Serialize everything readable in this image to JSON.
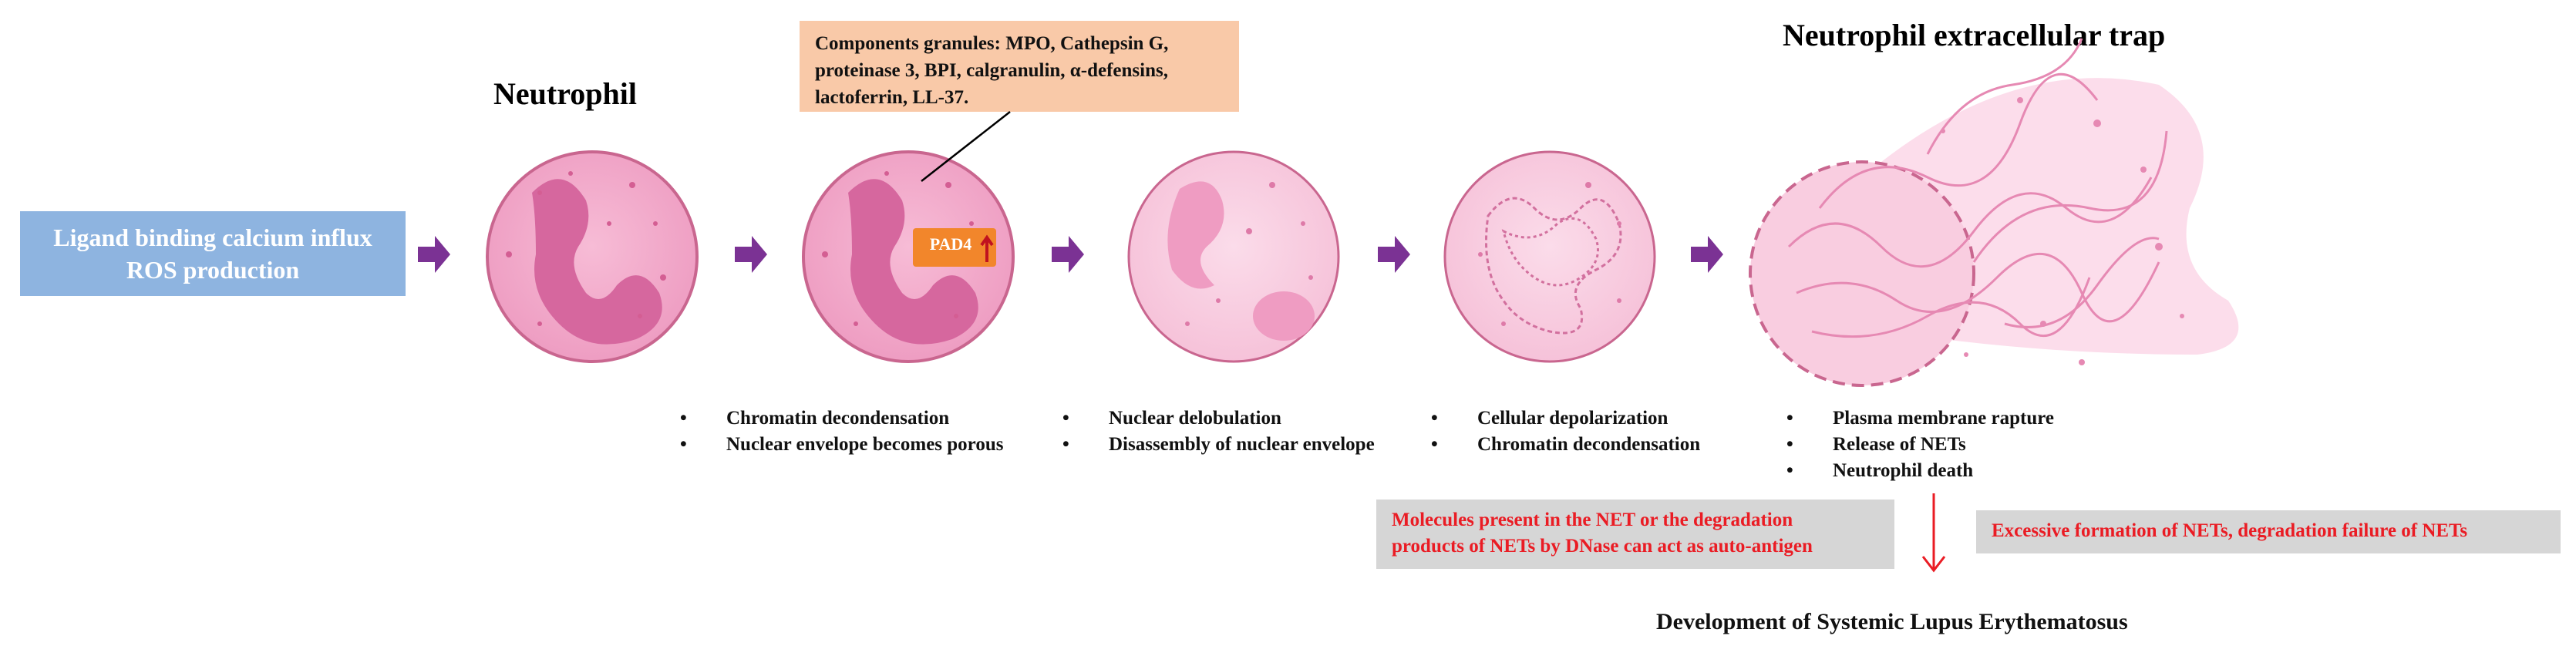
{
  "stimulus": {
    "line1": "Ligand binding calcium influx",
    "line2": "ROS production"
  },
  "titles": {
    "neutrophil": "Neutrophil",
    "net": "Neutrophil extracellular trap"
  },
  "granules": {
    "lines": [
      "Components granules:  MPO, Cathepsin G,",
      "proteinase 3, BPI, calgranulin, α-defensins,",
      "lactoferrin, LL-37."
    ]
  },
  "pad4_label": "PAD4",
  "stages": [
    {
      "bullets": [
        "Chromatin decondensation",
        "Nuclear envelope becomes porous"
      ]
    },
    {
      "bullets": [
        "Nuclear delobulation",
        "Disassembly of nuclear envelope"
      ]
    },
    {
      "bullets": [
        "Cellular depolarization",
        "Chromatin decondensation"
      ]
    },
    {
      "bullets": [
        "Plasma membrane rapture",
        "Release of NETs",
        "Neutrophil death"
      ]
    }
  ],
  "notes": {
    "left": [
      "Molecules present in the NET or the degradation",
      "products of NETs by DNase can act as auto-antigen"
    ],
    "right": "Excessive formation of NETs, degradation failure of NETs"
  },
  "outcome": "Development of Systemic Lupus Erythematosus",
  "colors": {
    "arrow": "#7b3294",
    "cell_fill": "#f4a9cb",
    "nucleus": "#d6679e",
    "pad4": "#f2862b",
    "red_text": "#ea1c24"
  }
}
